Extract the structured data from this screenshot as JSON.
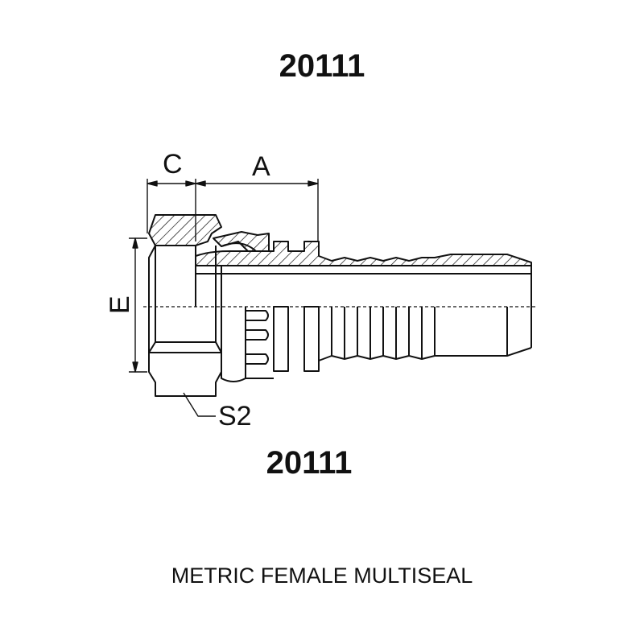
{
  "part_number_top": "20111",
  "part_number_bottom": "20111",
  "caption": "METRIC FEMALE MULTISEAL",
  "dimensions": {
    "c": "C",
    "a": "A",
    "e": "E",
    "s2": "S2"
  },
  "colors": {
    "line": "#111111",
    "background": "#ffffff"
  }
}
